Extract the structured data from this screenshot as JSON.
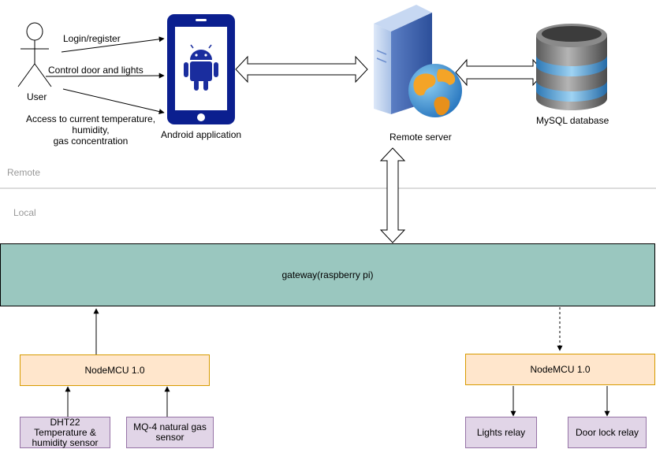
{
  "actors": {
    "user": "User"
  },
  "nodes": {
    "android_app": "Android application",
    "remote_server": "Remote server",
    "mysql_db": "MySQL database",
    "gateway": "gateway(raspberry pi)",
    "nodemcu_left": "NodeMCU 1.0",
    "nodemcu_right": "NodeMCU 1.0",
    "dht22": "DHT22 Temperature & humidity sensor",
    "mq4": "MQ-4 natural gas sensor",
    "lights_relay": "Lights relay",
    "door_lock_relay": "Door lock relay"
  },
  "edges": {
    "login": "Login/register",
    "control": "Control door and lights",
    "access_line1": "Access to current temperature,",
    "access_line2": "humidity,",
    "access_line3": "gas concentration"
  },
  "zones": {
    "remote": "Remote",
    "local": "Local"
  },
  "colors": {
    "phone": "#0b1f8f",
    "android": "#1a2d9e",
    "gateway_fill": "#9ac7bf",
    "nodemcu_fill": "#ffe6cc",
    "nodemcu_stroke": "#d79b00",
    "leaf_fill": "#e1d5e7",
    "leaf_stroke": "#9673a6"
  }
}
